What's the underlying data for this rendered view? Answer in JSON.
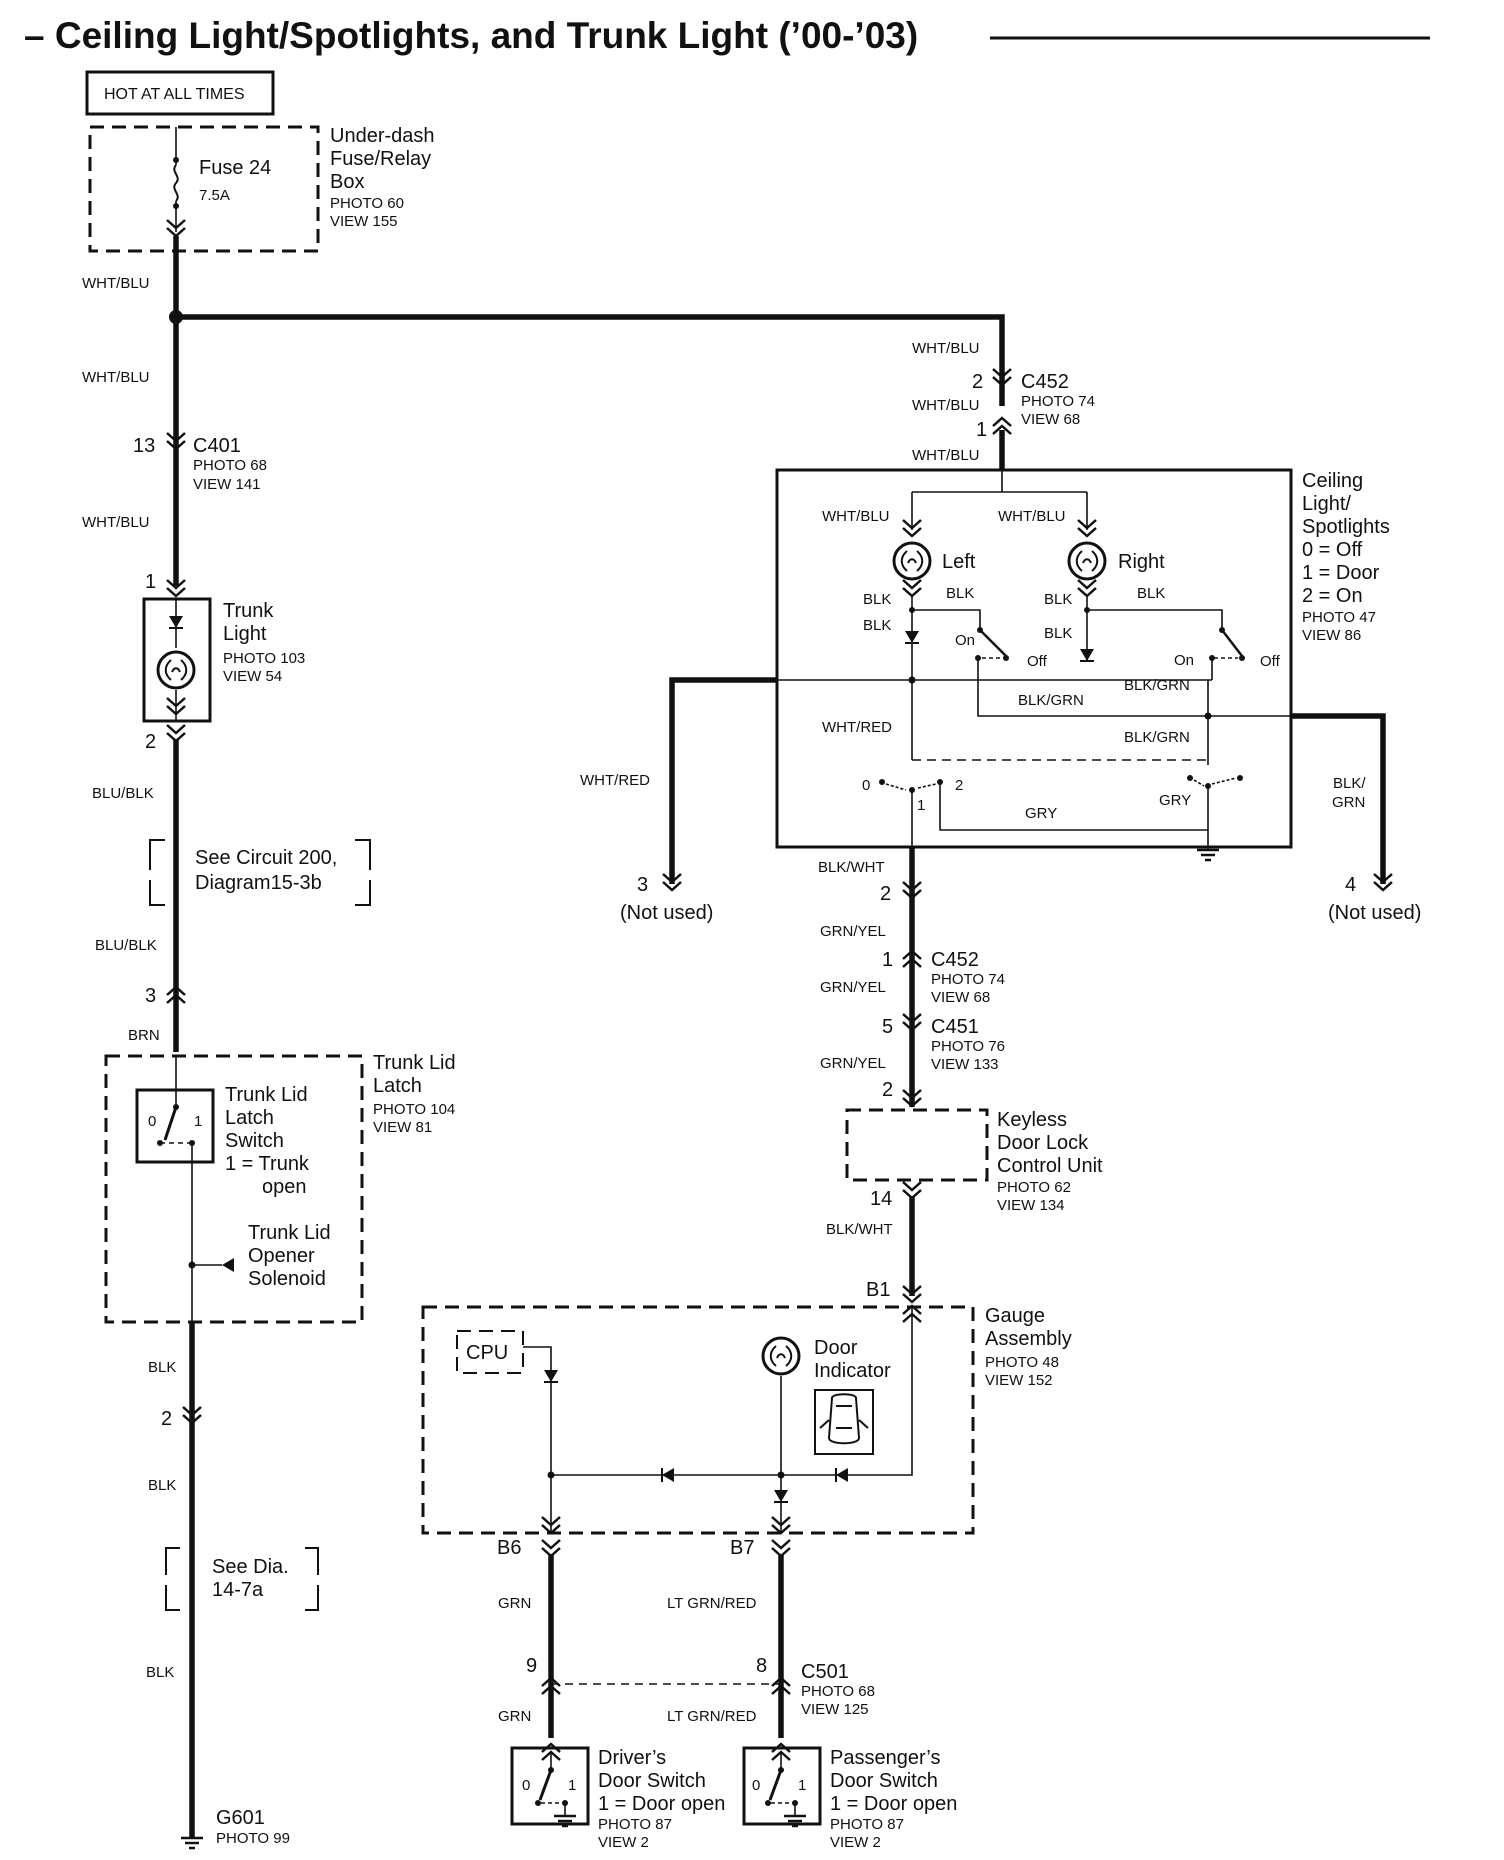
{
  "title": "– Ceiling Light/Spotlights, and Trunk Light (’00-’03)",
  "hot_label": "HOT AT ALL TIMES",
  "fuse": {
    "name": "Fuse 24",
    "rating": "7.5A",
    "box_l1": "Under-dash",
    "box_l2": "Fuse/Relay",
    "box_l3": "Box",
    "photo": "PHOTO 60",
    "view": "VIEW 155"
  },
  "wires": {
    "wht_blu": "WHT/BLU",
    "blu_blk": "BLU/BLK",
    "brn": "BRN",
    "blk": "BLK",
    "wht_red": "WHT/RED",
    "blk_wht": "BLK/WHT",
    "grn_yel": "GRN/YEL",
    "blk_grn": "BLK/GRN",
    "blk_grn_split_a": "BLK/",
    "blk_grn_split_b": "GRN",
    "gry": "GRY",
    "grn": "GRN",
    "lt_grn_red": "LT GRN/RED"
  },
  "c401": {
    "name": "C401",
    "pin": "13",
    "photo": "PHOTO 68",
    "view": "VIEW 141"
  },
  "trunk_light": {
    "l1": "Trunk",
    "l2": "Light",
    "photo": "PHOTO 103",
    "view": "VIEW 54",
    "pin_top": "1",
    "pin_bot": "2"
  },
  "see_circuit": {
    "l1": "See Circuit 200,",
    "l2": "Diagram15-3b"
  },
  "pin3": "3",
  "trunk_latch": {
    "l1": "Trunk Lid",
    "l2": "Latch",
    "photo": "PHOTO 104",
    "view": "VIEW 81",
    "sw1": "Trunk Lid",
    "sw2": "Latch",
    "sw3": "Switch",
    "sw4": "1 = Trunk",
    "sw5": "open",
    "sol1": "Trunk Lid",
    "sol2": "Opener",
    "sol3": "Solenoid",
    "p0": "0",
    "p1": "1"
  },
  "pin2_blk": "2",
  "see_dia": {
    "l1": "See Dia.",
    "l2": "14-7a"
  },
  "g601": {
    "name": "G601",
    "photo": "PHOTO 99"
  },
  "c452_top": {
    "name": "C452",
    "pin_a": "2",
    "pin_b": "1",
    "photo": "PHOTO 74",
    "view": "VIEW 68"
  },
  "ceiling": {
    "l1": "Ceiling",
    "l2": "Light/",
    "l3": "Spotlights",
    "l4": "0 = Off",
    "l5": "1 = Door",
    "l6": "2 = On",
    "photo": "PHOTO 47",
    "view": "VIEW 86",
    "left": "Left",
    "right": "Right",
    "on": "On",
    "off": "Off",
    "p0": "0",
    "p1": "1",
    "p2": "2"
  },
  "pin3_nu": {
    "pin": "3",
    "note": "(Not used)"
  },
  "pin4_nu": {
    "pin": "4",
    "note": "(Not used)"
  },
  "pin2_ceiling": "2",
  "c452_bot": {
    "name": "C452",
    "pin": "1",
    "photo": "PHOTO 74",
    "view": "VIEW 68"
  },
  "c451": {
    "name": "C451",
    "pin": "5",
    "photo": "PHOTO 76",
    "view": "VIEW 133"
  },
  "keyless": {
    "l1": "Keyless",
    "l2": "Door Lock",
    "l3": "Control Unit",
    "photo": "PHOTO 62",
    "view": "VIEW 134",
    "pin_top": "2",
    "pin_bot": "14"
  },
  "gauge": {
    "l1": "Gauge",
    "l2": "Assembly",
    "photo": "PHOTO 48",
    "view": "VIEW 152",
    "cpu": "CPU",
    "door1": "Door",
    "door2": "Indicator",
    "b1": "B1",
    "b6": "B6",
    "b7": "B7"
  },
  "c501": {
    "name": "C501",
    "pin_a": "9",
    "pin_b": "8",
    "photo": "PHOTO 68",
    "view": "VIEW 125"
  },
  "driver_sw": {
    "l1": "Driver’s",
    "l2": "Door Switch",
    "l3": "1 = Door open",
    "photo": "PHOTO 87",
    "view": "VIEW 2",
    "p0": "0",
    "p1": "1"
  },
  "pass_sw": {
    "l1": "Passenger’s",
    "l2": "Door Switch",
    "l3": "1 = Door open",
    "photo": "PHOTO 87",
    "view": "VIEW 2",
    "p0": "0",
    "p1": "1"
  }
}
